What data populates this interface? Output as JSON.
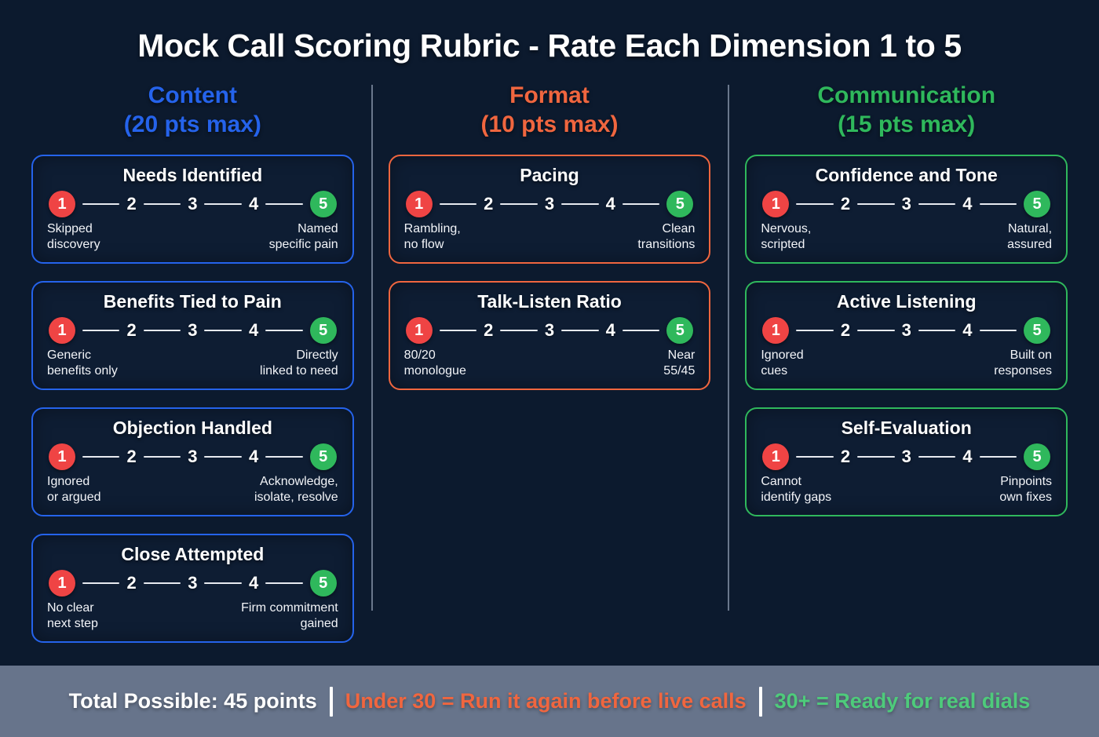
{
  "title": "Mock Call Scoring Rubric - Rate Each Dimension 1 to 5",
  "colors": {
    "background": "#0C1A2E",
    "content_accent": "#2563EB",
    "format_accent": "#F0663F",
    "communication_accent": "#2FB85C",
    "low_dot": "#EF4444",
    "high_dot": "#2FB85C",
    "footer_background": "#67748B",
    "divider": "#8A97AC"
  },
  "scale": {
    "values": [
      "1",
      "2",
      "3",
      "4",
      "5"
    ],
    "low": "1",
    "mid": [
      "2",
      "3",
      "4"
    ],
    "high": "5"
  },
  "columns": [
    {
      "name": "Content",
      "points": "(20 pts max)",
      "accent": "#2563EB",
      "cards": [
        {
          "title": "Needs Identified",
          "anchor_low": "Skipped\ndiscovery",
          "anchor_low_line1": "Skipped",
          "anchor_low_line2": "discovery",
          "anchor_high_line1": "Named",
          "anchor_high_line2": "specific pain"
        },
        {
          "title": "Benefits Tied to Pain",
          "anchor_low_line1": "Generic",
          "anchor_low_line2": "benefits only",
          "anchor_high_line1": "Directly",
          "anchor_high_line2": "linked to need"
        },
        {
          "title": "Objection Handled",
          "anchor_low_line1": "Ignored",
          "anchor_low_line2": "or argued",
          "anchor_high_line1": "Acknowledge,",
          "anchor_high_line2": "isolate, resolve"
        },
        {
          "title": "Close Attempted",
          "anchor_low_line1": "No clear",
          "anchor_low_line2": "next step",
          "anchor_high_line1": "Firm commitment",
          "anchor_high_line2": "gained"
        }
      ]
    },
    {
      "name": "Format",
      "points": "(10 pts max)",
      "accent": "#F0663F",
      "cards": [
        {
          "title": "Pacing",
          "anchor_low_line1": "Rambling,",
          "anchor_low_line2": "no flow",
          "anchor_high_line1": "Clean",
          "anchor_high_line2": "transitions"
        },
        {
          "title": "Talk-Listen Ratio",
          "anchor_low_line1": "80/20",
          "anchor_low_line2": "monologue",
          "anchor_high_line1": "Near",
          "anchor_high_line2": "55/45"
        }
      ]
    },
    {
      "name": "Communication",
      "points": "(15 pts max)",
      "accent": "#2FB85C",
      "cards": [
        {
          "title": "Confidence and Tone",
          "anchor_low_line1": "Nervous,",
          "anchor_low_line2": "scripted",
          "anchor_high_line1": "Natural,",
          "anchor_high_line2": "assured"
        },
        {
          "title": "Active Listening",
          "anchor_low_line1": "Ignored",
          "anchor_low_line2": "cues",
          "anchor_high_line1": "Built on",
          "anchor_high_line2": "responses"
        },
        {
          "title": "Self-Evaluation",
          "anchor_low_line1": "Cannot",
          "anchor_low_line2": "identify gaps",
          "anchor_high_line1": "Pinpoints",
          "anchor_high_line2": "own fixes"
        }
      ]
    }
  ],
  "footer": {
    "total": "Total Possible: 45 points",
    "warning": "Under 30 = Run it again before live calls",
    "ready": "30+ = Ready for real dials",
    "total_color": "#FFFFFF",
    "warning_color": "#F0663F",
    "ready_color": "#4ECB7B"
  }
}
